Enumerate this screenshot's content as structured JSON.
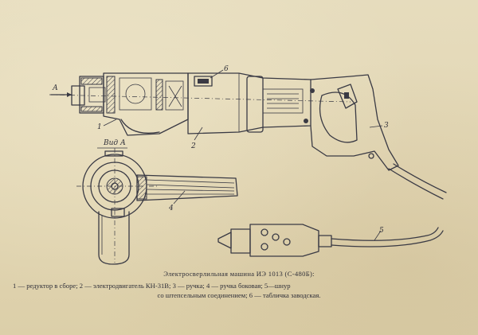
{
  "caption": {
    "title": "Электросверлильная машина ИЭ 1013 (С-480Б):",
    "line1": "1 — редуктор в сборе; 2 — электродвигатель КН-31В; 3 — ручка; 4 — ручка боковая; 5—шнур",
    "line2": "со штепсельным соединением; 6 — табличка заводская."
  },
  "view_label": "Вид А",
  "arrow_label": "А",
  "callouts": {
    "n1": "1",
    "n2": "2",
    "n3": "3",
    "n4": "4",
    "n5": "5",
    "n6": "6"
  }
}
